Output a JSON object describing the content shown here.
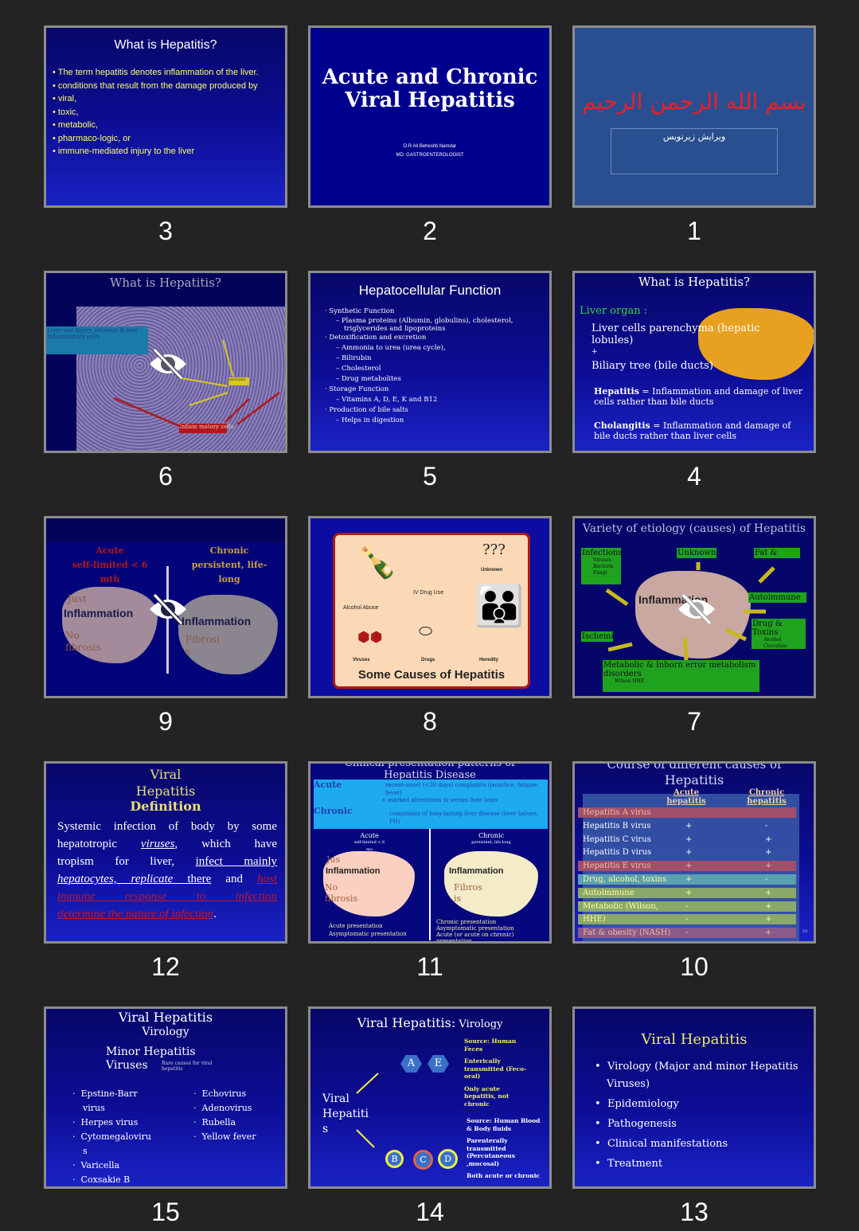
{
  "slides": [
    {
      "number": "3",
      "title": "What is Hepatitis?",
      "bullets": [
        "The term hepatitis denotes inflammation of the liver.",
        "conditions that result from the damage produced by",
        "viral,",
        "toxic,",
        "metabolic,",
        "pharmaco-logic, or",
        "immune-mediated injury to the liver"
      ]
    },
    {
      "number": "2",
      "title_line1": "Acute and Chronic",
      "title_line2": "Viral Hepatitis",
      "author": "D.R Ali Beheshti Namdar",
      "role": "MD. GASTROENTEROLOGIST"
    },
    {
      "number": "1",
      "arabic": "بسم الله الرحمن الرحيم",
      "subtitle": "ویرایش زیرنویس"
    },
    {
      "number": "6",
      "title": "What is Hepatitis?",
      "label_blue1": "Liver cell injury, necrosis & loss",
      "label_blue2": "Inflammatory cells",
      "label_yellow": "necrosis",
      "label_red": "Inflam matory cells",
      "hidden": true
    },
    {
      "number": "5",
      "title": "Hepatocellular Function",
      "items": [
        {
          "level": 1,
          "text": "Synthetic Function"
        },
        {
          "level": 2,
          "text": "Plasma proteins (Albumin, globulins), cholesterol,"
        },
        {
          "level": 3,
          "text": "triglycerides and lipoproteins"
        },
        {
          "level": 1,
          "text": "Detoxification and excretion"
        },
        {
          "level": 2,
          "text": "Ammonia to urea (urea cycle),"
        },
        {
          "level": 2,
          "text": "Bilirubin"
        },
        {
          "level": 2,
          "text": "Cholesterol"
        },
        {
          "level": 2,
          "text": "Drug metabolites"
        },
        {
          "level": 1,
          "text": "Storage Function"
        },
        {
          "level": 2,
          "text": "Vitamins A, D, E, K and B12"
        },
        {
          "level": 1,
          "text": "Production of bile salts"
        },
        {
          "level": 2,
          "text": "Helps in digestion"
        }
      ]
    },
    {
      "number": "4",
      "title": "What is Hepatitis?",
      "organ": "Liver organ :",
      "l1": "Liver cells parenchyma  (hepatic",
      "l2": "lobules)",
      "plus": "+",
      "l3": "Biliary tree  (bile ducts)",
      "hep_b": "Hepatitis",
      "hep_t": " = Inflammation and damage of liver",
      "hep_t2": "cells rather than bile ducts",
      "chol_b": "Cholangitis",
      "chol_t": " = Inflammation and damage of",
      "chol_t2": "bile ducts rather than liver cells"
    },
    {
      "number": "9",
      "acute": "Acute",
      "acute_sub1": "self-limited < 6",
      "acute_sub2": "mth",
      "chronic": "Chronic",
      "chronic_sub1": "persistent, life-",
      "chronic_sub2": "long",
      "just": "Just",
      "infl": "Inflammation",
      "no": "No",
      "fib": "fibrosis",
      "fib2": "Fibrosi",
      "fib3": "s",
      "hidden": true
    },
    {
      "number": "8",
      "alcohol": "Alcohol Abuse",
      "ivdrug": "IV Drug Use",
      "unknown": "Unknown",
      "viruses": "Viruses",
      "drugs": "Drugs",
      "heredity": "Heredity",
      "caption": "Some Causes of Hepatitis"
    },
    {
      "number": "7",
      "title": "Variety of etiology (causes) of Hepatitis",
      "infection": "Infections",
      "inf_sub": "Viruses Bacteria Fungi",
      "unknown": "Unknown",
      "fat": "Fat &",
      "autoimmune": "Autoimmune",
      "drug": "Drug & Toxins",
      "drug_sub": "Alcohol Clavulinic",
      "ischemia": "Ischemi",
      "metabolic": "Metabolic & Inborn error metabolism disorders",
      "met_sub": "Wilson HHE",
      "center": "Inflammation",
      "hidden": true
    },
    {
      "number": "12",
      "t1": "Viral",
      "t2": "Hepatitis",
      "t3": "Definition",
      "p1": "Systemic infection of body by some",
      "p2a": "hepatotropic ",
      "p2b": "viruses",
      "p2c": ", which have",
      "p3a": "tropism for liver, ",
      "p3b": "infect mainly",
      "p4a": "hepatocytes, replicate",
      "p4b": " there",
      "p4c": " and ",
      "p4d": "host",
      "p5": "immune response to infection",
      "p6": "determine the nature of infection",
      "p6end": "."
    },
    {
      "number": "11",
      "title": "Clinical presentation patterns of Hepatitis Disease",
      "acute": "Acute",
      "acute_desc": "recent-onset (<30 days) complaints (jaundice, fatigue, fever)",
      "acute_desc2": "+ marked alterations in serum liver tests",
      "chronic": "Chronic",
      "chronic_desc": "complaints of long-lasting liver disease (liver failure, PH)",
      "l_acute": "Acute",
      "l_acute_sub": "self-limited < 6 mo",
      "r_chronic": "Chronic",
      "r_chronic_sub": "persistent, life-long",
      "jus": "Jus",
      "infl": "Inflammation",
      "no": "No fibrosis",
      "fibros": "Fibros is",
      "l_foot": "Acute presentation Asymptomatic presentation",
      "r_foot": "Chronic presentation Asymptomatic presentation Acute (or acute on chronic) presentation"
    },
    {
      "number": "10",
      "title1": "Course of different causes of",
      "title2": "Hepatitis",
      "col_acute": "Acute hepatitis",
      "col_chronic": "Chronic hepatitis",
      "rows": [
        {
          "name": "Hepatitis A virus",
          "acute": "",
          "chronic": "",
          "color": "#a0506a"
        },
        {
          "name": "Hepatitis B virus",
          "acute": "+",
          "chronic": "-",
          "color": ""
        },
        {
          "name": "Hepatitis C virus",
          "acute": "+",
          "chronic": "+",
          "color": ""
        },
        {
          "name": "Hepatitis D virus",
          "acute": "+",
          "chronic": "+",
          "color": ""
        },
        {
          "name": "Hepatitis E virus",
          "acute": "+",
          "chronic": "+",
          "color": "#a0506a"
        },
        {
          "name": "Drug, alcohol, toxins",
          "acute": "+",
          "chronic": "-",
          "color": "#5aa0b0"
        },
        {
          "name": "Autoimmune",
          "acute": "+",
          "chronic": "+",
          "color": "#8aa86a"
        },
        {
          "name": "Metabolic (Wilson,",
          "acute": "-",
          "chronic": "+",
          "color": "#8aa86a"
        },
        {
          "name": "HHE)",
          "acute": "-",
          "chronic": "+",
          "color": "#8aa86a"
        },
        {
          "name": "Fat & obesity (NASH)",
          "acute": "-",
          "chronic": "+",
          "color": "#8a5a8a"
        }
      ],
      "page": "10"
    },
    {
      "number": "15",
      "t1": "Viral Hepatitis",
      "t2": "Virology",
      "t3": "Minor Hepatitis",
      "t4": "Viruses",
      "small": "Rare causes for viral hepatitis",
      "left": [
        "Epstine-Barr",
        "virus",
        "Herpes virus",
        "Cytomegaloviru",
        "s",
        "Varicella",
        "Coxsakie B"
      ],
      "right": [
        "Echovirus",
        "Adenovirus",
        "Rubella",
        "Yellow fever"
      ]
    },
    {
      "number": "14",
      "title_a": "Viral Hepatitis:",
      "title_b": " Virology",
      "vh1": "Viral",
      "vh2": "Hepatiti",
      "vh3": "s",
      "A": "A",
      "E": "E",
      "B": "B",
      "C": "C",
      "D": "D",
      "r1": "Source: Human Feces",
      "r2": "Enterically transmitted (Feco-oral)",
      "r3": "Only acute hepatitis, not chronic",
      "r4": "Source: Human Blood & Body fluids",
      "r5": "Parenterally transmitted (Percutaneous ,mucosal)",
      "r6": "Both acute or chronic"
    },
    {
      "number": "13",
      "title": "Viral Hepatitis",
      "bullets": [
        "Virology (Major and minor Hepatitis",
        "Viruses)",
        "Epidemiology",
        "Pathogenesis",
        "Clinical manifestations",
        "Treatment"
      ]
    }
  ]
}
